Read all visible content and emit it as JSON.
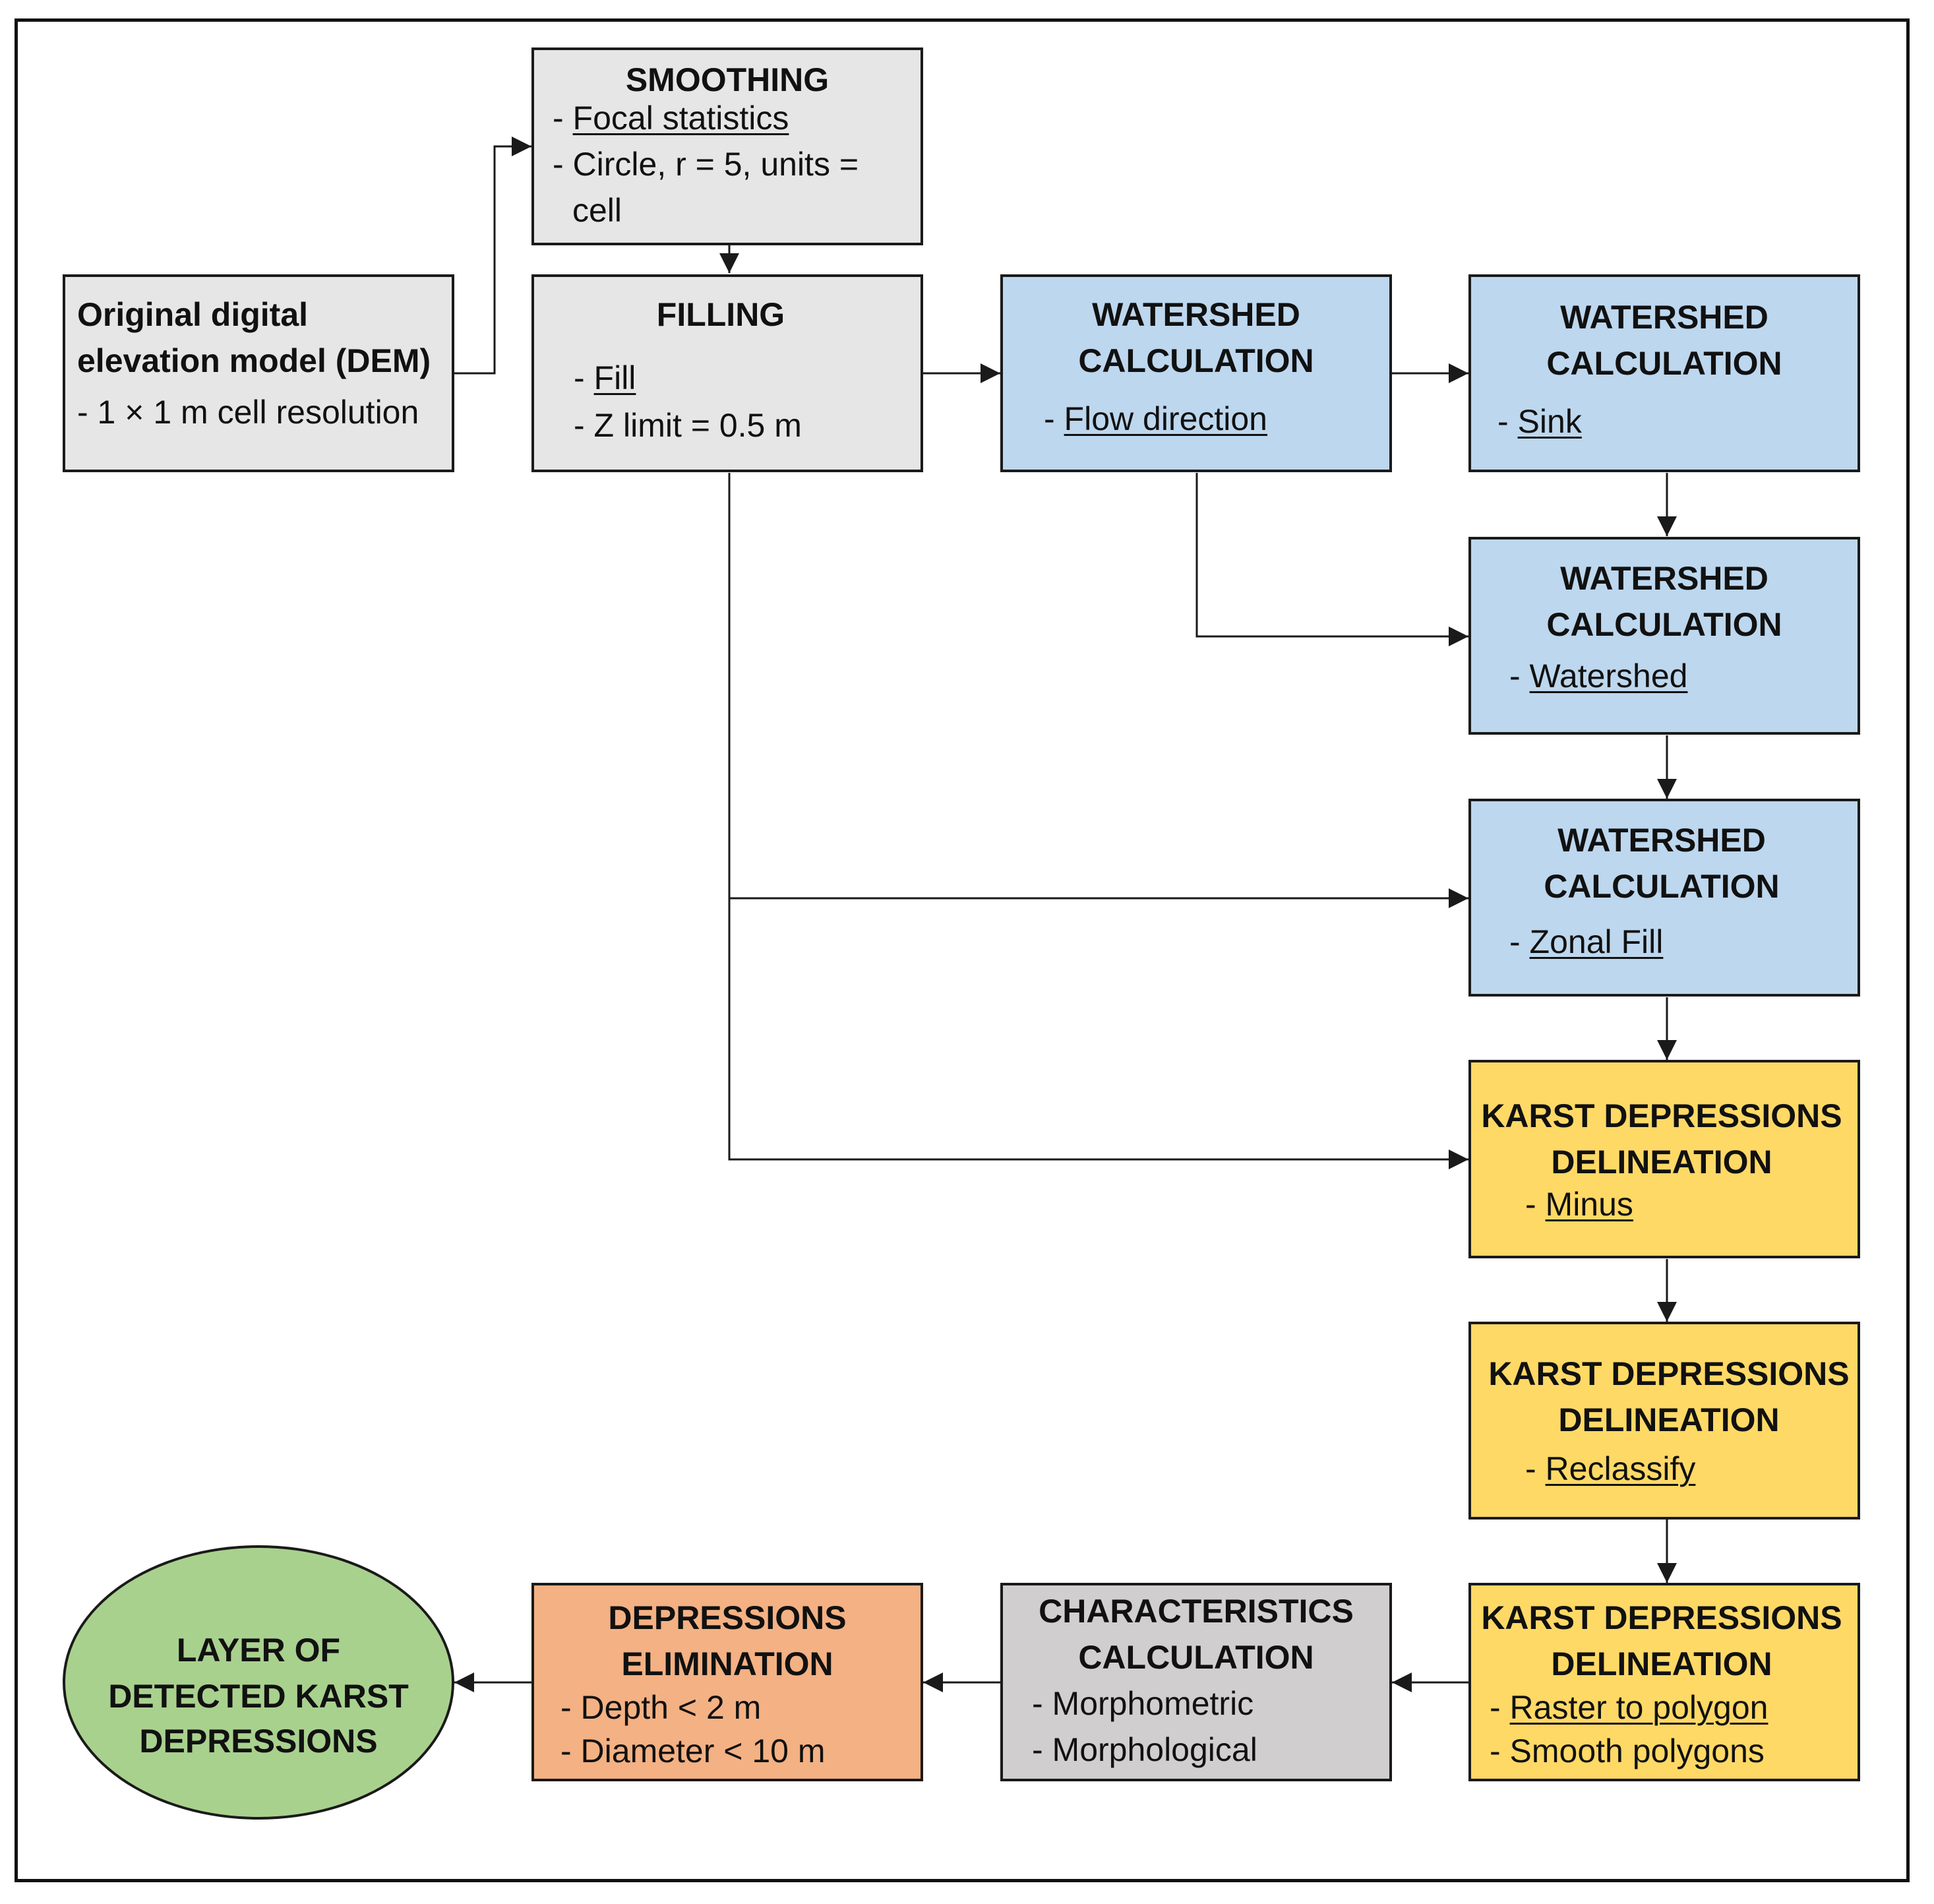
{
  "nodes": {
    "dem": {
      "title_lines": [
        "Original digital",
        "elevation model (DEM)"
      ],
      "items": [
        "- 1 × 1 m cell resolution"
      ]
    },
    "smoothing": {
      "title": "SMOOTHING",
      "items": [
        "- ",
        "Focal statistics",
        "- Circle, r = 5, units =",
        "cell"
      ]
    },
    "filling": {
      "title": "FILLING",
      "items": [
        "- ",
        "Fill",
        "- Z limit = 0.5 m"
      ]
    },
    "flow_direction": {
      "title_lines": [
        "WATERSHED",
        "CALCULATION"
      ],
      "items": [
        "- ",
        "Flow direction"
      ]
    },
    "sink": {
      "title_lines": [
        "WATERSHED",
        "CALCULATION"
      ],
      "items": [
        "- ",
        "Sink"
      ]
    },
    "watershed": {
      "title_lines": [
        "WATERSHED",
        "CALCULATION"
      ],
      "items": [
        "- ",
        "Watershed"
      ]
    },
    "zonal_fill": {
      "title_lines": [
        "WATERSHED",
        "CALCULATION"
      ],
      "items": [
        "- ",
        "Zonal Fill"
      ]
    },
    "minus": {
      "title_lines": [
        "KARST DEPRESSIONS",
        "DELINEATION"
      ],
      "items": [
        "- ",
        "Minus"
      ]
    },
    "reclassify": {
      "title_lines": [
        "KARST DEPRESSIONS",
        "DELINEATION"
      ],
      "items": [
        "- ",
        "Reclassify"
      ]
    },
    "raster_to_polygon": {
      "title_lines": [
        "KARST DEPRESSIONS",
        "DELINEATION"
      ],
      "items": [
        "- ",
        "Raster to polygon",
        "- Smooth polygons"
      ]
    },
    "characteristics": {
      "title_lines": [
        "CHARACTERISTICS",
        "CALCULATION"
      ],
      "items": [
        "- Morphometric",
        "- Morphological"
      ]
    },
    "elimination": {
      "title_lines": [
        "DEPRESSIONS",
        "ELIMINATION"
      ],
      "items": [
        "- Depth < 2 m",
        "- Diameter < 10 m"
      ]
    },
    "result": {
      "title_lines": [
        "LAYER OF",
        "DETECTED KARST",
        "DEPRESSIONS"
      ]
    }
  },
  "colors": {
    "gray": "#e7e6e6",
    "gray_dark": "#d0cece",
    "blue": "#bdd7ee",
    "yellow": "#ffd966",
    "orange": "#f4b183",
    "green": "#a9d18e",
    "line": "#1a1a1a"
  },
  "edges": [
    {
      "from": "dem",
      "to": "smoothing"
    },
    {
      "from": "smoothing",
      "to": "filling"
    },
    {
      "from": "filling",
      "to": "flow_direction"
    },
    {
      "from": "flow_direction",
      "to": "sink"
    },
    {
      "from": "sink",
      "to": "watershed"
    },
    {
      "from": "flow_direction",
      "to": "watershed"
    },
    {
      "from": "watershed",
      "to": "zonal_fill"
    },
    {
      "from": "filling",
      "to": "zonal_fill"
    },
    {
      "from": "zonal_fill",
      "to": "minus"
    },
    {
      "from": "filling",
      "to": "minus"
    },
    {
      "from": "minus",
      "to": "reclassify"
    },
    {
      "from": "reclassify",
      "to": "raster_to_polygon"
    },
    {
      "from": "raster_to_polygon",
      "to": "characteristics"
    },
    {
      "from": "characteristics",
      "to": "elimination"
    },
    {
      "from": "elimination",
      "to": "result"
    }
  ]
}
